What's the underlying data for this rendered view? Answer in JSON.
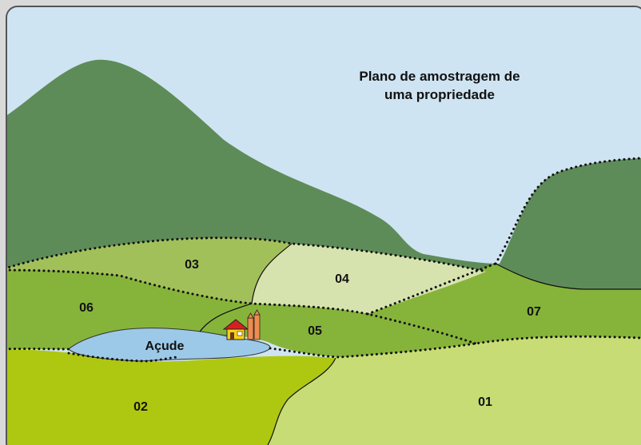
{
  "title_lines": [
    "Plano de amostragem de",
    "uma propriedade"
  ],
  "areas": {
    "a01": "01",
    "a02": "02",
    "a03": "03",
    "a04": "04",
    "a05": "05",
    "a06": "06",
    "a07": "07"
  },
  "pond_label": "Açude",
  "colors": {
    "sky": "#cfe4f2",
    "mountain": "#5e8c59",
    "area01": "#c8dc76",
    "area02": "#aec811",
    "area03": "#a2c05a",
    "area04": "#d7e3ae",
    "area05_06_07": "#86b43a",
    "pond": "#9dc9e8",
    "house_roof": "#d62020",
    "house_wall": "#f5d21a",
    "silo": "#ee8c50"
  }
}
